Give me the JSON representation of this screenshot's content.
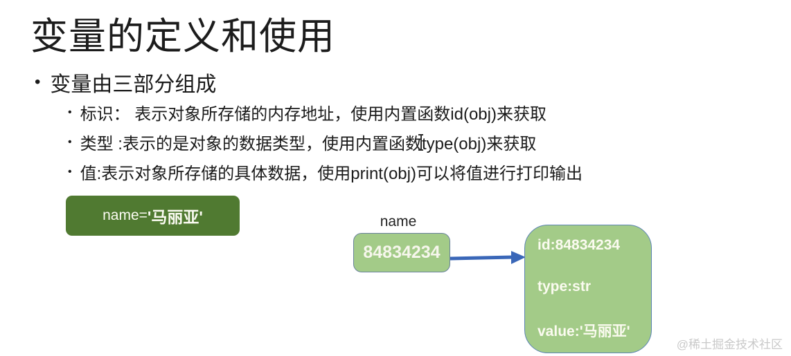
{
  "slide": {
    "title": "变量的定义和使用",
    "watermark": "@稀土掘金技术社区"
  },
  "bullets": {
    "main": "变量由三部分组成",
    "sub": [
      "标识： 表示对象所存储的内存地址，使用内置函数id(obj)来获取",
      "类型 :表示的是对象的数据类型，使用内置函数type(obj)来获取",
      "值:表示对象所存储的具体数据，使用print(obj)可以将值进行打印输出"
    ]
  },
  "diagram": {
    "assignment": {
      "prefix": "name=",
      "value": "'马丽亚'"
    },
    "var_label": "name",
    "address_box": "84834234",
    "object_box": {
      "id": "id:84834234",
      "type": "type:str",
      "value": "value:'马丽亚'"
    },
    "icons": {
      "text_cursor": "i-beam-cursor",
      "arrow": "right-arrow"
    },
    "colors": {
      "assign_box_green": "#507a31",
      "object_box_green": "#a3cb88",
      "arrow_blue": "#3a67b8",
      "object_border_blue": "#5b83b5",
      "address_border": "#68819c",
      "text_white": "#fbfbf2",
      "watermark_gray": "#c9c9c9"
    }
  }
}
